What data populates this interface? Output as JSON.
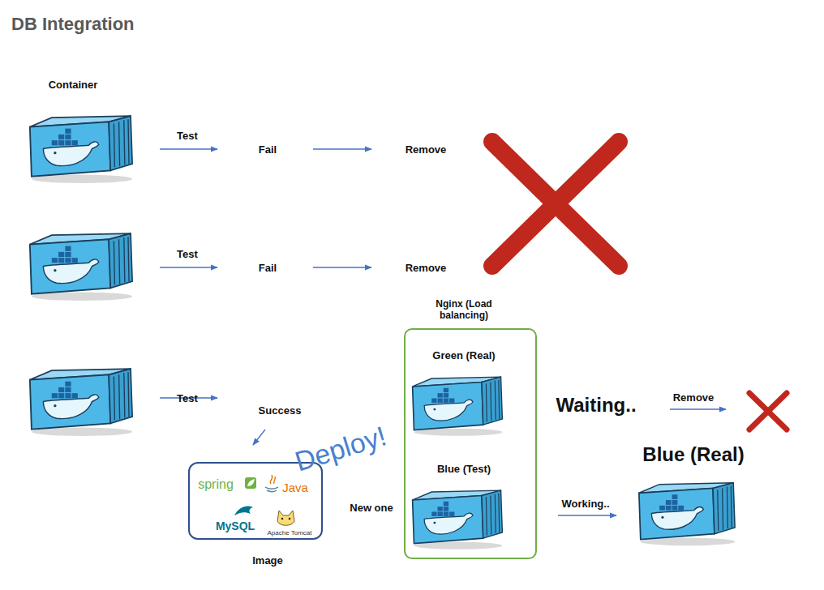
{
  "diagram": {
    "title": "DB Integration",
    "nodes": [
      {
        "text": [
          "Nginx (Load balancing)",
          "Green (Real)",
          "Blue (Test)"
        ]
      },
      {
        "text": [
          "spring",
          "Java",
          "MySQL",
          "Apache Tomcat",
          "Image"
        ]
      }
    ],
    "labels": [
      "Container",
      "Test",
      "Fail",
      "Remove",
      "Test",
      "Fail",
      "Remove",
      "Test",
      "Success",
      "Deploy!",
      "New one",
      "Waiting..",
      "Remove",
      "Blue (Real)",
      "Working.."
    ]
  }
}
